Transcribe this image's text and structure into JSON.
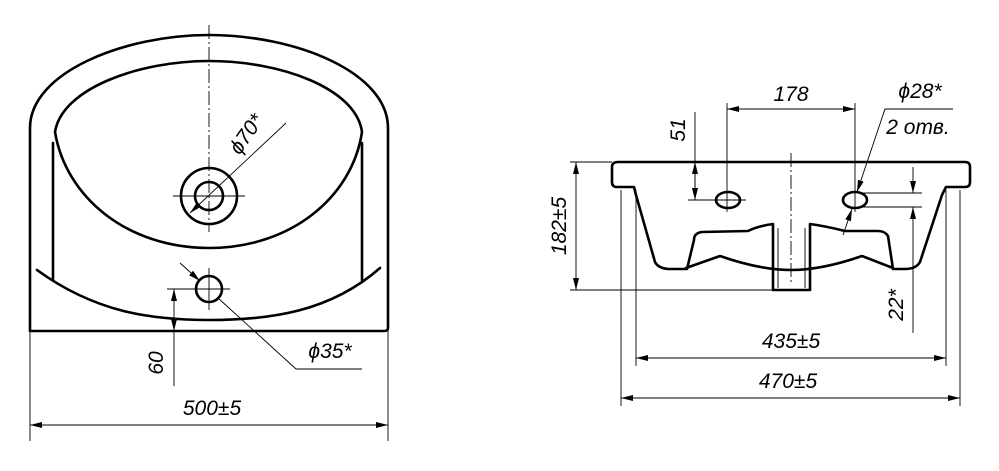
{
  "top_view": {
    "drain_diameter": "ϕ70*",
    "overflow_diameter": "ϕ35*",
    "overflow_offset": "60",
    "width": "500±5"
  },
  "front_view": {
    "tap_hole_spacing": "178",
    "tap_hole_diameter": "ϕ28*",
    "tap_hole_count": "2 отв.",
    "tap_hole_depth": "51",
    "height": "182±5",
    "hole_size": "22*",
    "inner_width": "435±5",
    "outer_width": "470±5"
  },
  "colors": {
    "line": "#000000",
    "background": "#ffffff"
  }
}
